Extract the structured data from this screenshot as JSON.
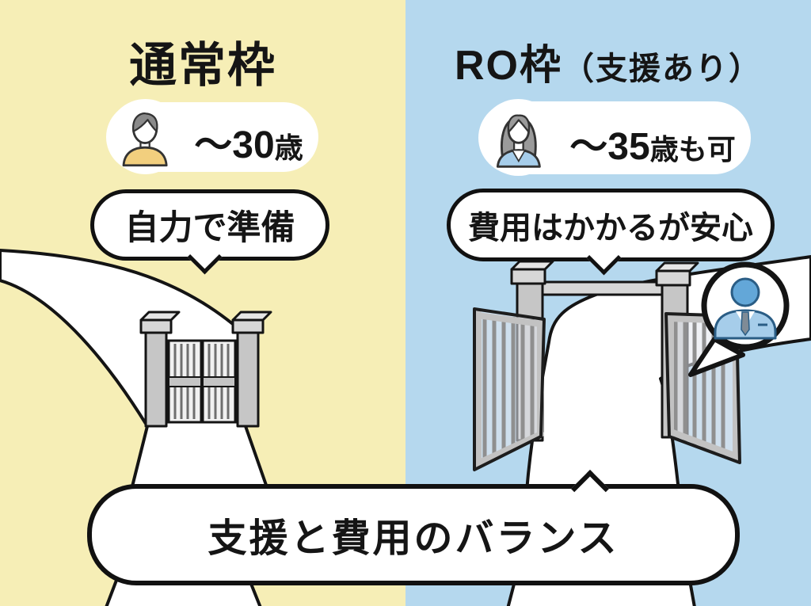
{
  "comparison": {
    "left": {
      "title": "通常枠",
      "age_badge": {
        "prefix": "〜30",
        "suffix": "歳"
      },
      "bubble": "自力で準備",
      "gate_state": "closed"
    },
    "right": {
      "title_main": "RO枠",
      "title_paren": "（支援あり）",
      "age_badge": {
        "prefix": "〜35",
        "suffix": "歳も可"
      },
      "bubble": "費用はかかるが安心",
      "gate_state": "open"
    },
    "banner": "支援と費用のバランス"
  },
  "icons": {
    "left_person": "young-man-icon",
    "right_person": "woman-icon",
    "consultant": "consultant-agent-icon"
  },
  "colors": {
    "left_bg": "#f6eeb6",
    "right_bg": "#b5d8ee",
    "outline": "#141414",
    "road": "#ffffff",
    "accent_blue": "#63a7d8",
    "jacket_blue": "#a6cdea",
    "shirt_yellow": "#f2cf7e"
  }
}
